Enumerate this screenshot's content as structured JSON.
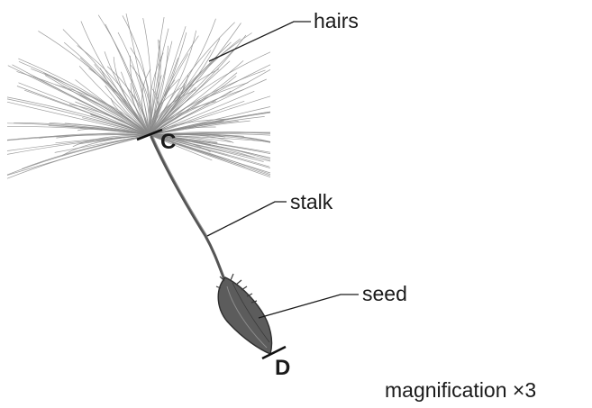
{
  "labels": {
    "hairs": "hairs",
    "stalk": "stalk",
    "seed": "seed",
    "point_c": "C",
    "point_d": "D",
    "magnification": "magnification ×3"
  },
  "colors": {
    "hairs": "#8a8a8a",
    "stalk": "#555555",
    "seed": "#5c5c5c",
    "text": "#1a1a1a"
  }
}
